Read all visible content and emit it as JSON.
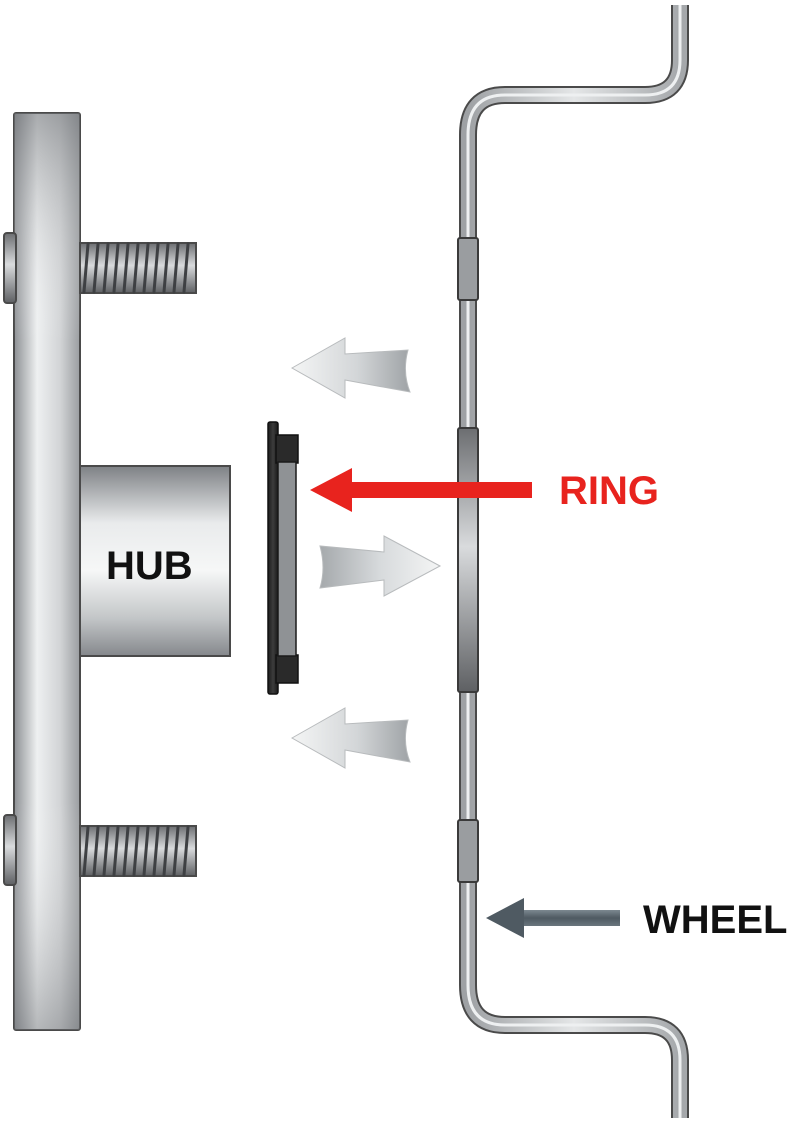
{
  "labels": {
    "hub": "HUB",
    "ring": "RING",
    "wheel": "WHEEL"
  },
  "colors": {
    "ring_accent": "#e8231e",
    "wheel_pointer": "#5a6670",
    "metal": "#c8cacc",
    "outline": "#4a4a4a",
    "ring_dark": "#2a2a2a"
  }
}
